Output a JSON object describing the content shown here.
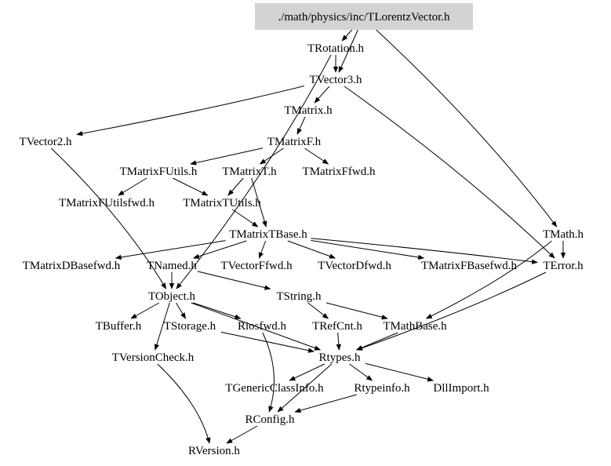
{
  "graph": {
    "type": "include-dependency-graph",
    "root": "./math/physics/inc/TLorentzVector.h",
    "colors": {
      "root_fill": "#d3d3d3",
      "edge": "#000000",
      "text": "#000000",
      "background": "#ffffff"
    },
    "nodes": [
      {
        "id": "TLorentzVector",
        "label": "./math/physics/inc/TLorentzVector.h",
        "root": true
      },
      {
        "id": "TRotation",
        "label": "TRotation.h"
      },
      {
        "id": "TVector3",
        "label": "TVector3.h"
      },
      {
        "id": "TMatrix",
        "label": "TMatrix.h"
      },
      {
        "id": "TVector2",
        "label": "TVector2.h"
      },
      {
        "id": "TMatrixF",
        "label": "TMatrixF.h"
      },
      {
        "id": "TMatrixFUtils",
        "label": "TMatrixFUtils.h"
      },
      {
        "id": "TMatrixT",
        "label": "TMatrixT.h"
      },
      {
        "id": "TMatrixFfwd",
        "label": "TMatrixFfwd.h"
      },
      {
        "id": "TMatrixFUtilsfwd",
        "label": "TMatrixFUtilsfwd.h"
      },
      {
        "id": "TMatrixTUtils",
        "label": "TMatrixTUtils.h"
      },
      {
        "id": "TMatrixTBase",
        "label": "TMatrixTBase.h"
      },
      {
        "id": "TMath",
        "label": "TMath.h"
      },
      {
        "id": "TMatrixDBasefwd",
        "label": "TMatrixDBasefwd.h"
      },
      {
        "id": "TNamed",
        "label": "TNamed.h"
      },
      {
        "id": "TVectorFfwd",
        "label": "TVectorFfwd.h"
      },
      {
        "id": "TVectorDfwd",
        "label": "TVectorDfwd.h"
      },
      {
        "id": "TMatrixFBasefwd",
        "label": "TMatrixFBasefwd.h"
      },
      {
        "id": "TError",
        "label": "TError.h"
      },
      {
        "id": "TObject",
        "label": "TObject.h"
      },
      {
        "id": "TString",
        "label": "TString.h"
      },
      {
        "id": "TBuffer",
        "label": "TBuffer.h"
      },
      {
        "id": "TStorage",
        "label": "TStorage.h"
      },
      {
        "id": "Riosfwd",
        "label": "Riosfwd.h"
      },
      {
        "id": "TRefCnt",
        "label": "TRefCnt.h"
      },
      {
        "id": "TMathBase",
        "label": "TMathBase.h"
      },
      {
        "id": "TVersionCheck",
        "label": "TVersionCheck.h"
      },
      {
        "id": "Rtypes",
        "label": "Rtypes.h"
      },
      {
        "id": "TGenericClassInfo",
        "label": "TGenericClassInfo.h"
      },
      {
        "id": "Rtypeinfo",
        "label": "Rtypeinfo.h"
      },
      {
        "id": "DllImport",
        "label": "DllImport.h"
      },
      {
        "id": "RConfig",
        "label": "RConfig.h"
      },
      {
        "id": "RVersion",
        "label": "RVersion.h"
      }
    ],
    "edges": [
      [
        "TLorentzVector",
        "TRotation"
      ],
      [
        "TLorentzVector",
        "TVector3"
      ],
      [
        "TLorentzVector",
        "TMath"
      ],
      [
        "TRotation",
        "TVector3"
      ],
      [
        "TRotation",
        "TObject"
      ],
      [
        "TVector3",
        "TMatrix"
      ],
      [
        "TVector3",
        "TVector2"
      ],
      [
        "TVector3",
        "TError"
      ],
      [
        "TMatrix",
        "TMatrixF"
      ],
      [
        "TMatrixF",
        "TMatrixFUtils"
      ],
      [
        "TMatrixF",
        "TMatrixT"
      ],
      [
        "TMatrixF",
        "TMatrixFfwd"
      ],
      [
        "TMatrixFUtils",
        "TMatrixFUtilsfwd"
      ],
      [
        "TMatrixFUtils",
        "TMatrixTUtils"
      ],
      [
        "TMatrixT",
        "TMatrixTUtils"
      ],
      [
        "TMatrixT",
        "TMatrixTBase"
      ],
      [
        "TMatrixTUtils",
        "TMatrixTBase"
      ],
      [
        "TMatrixTBase",
        "TMatrixDBasefwd"
      ],
      [
        "TMatrixTBase",
        "TNamed"
      ],
      [
        "TMatrixTBase",
        "TVectorFfwd"
      ],
      [
        "TMatrixTBase",
        "TVectorDfwd"
      ],
      [
        "TMatrixTBase",
        "TMatrixFBasefwd"
      ],
      [
        "TMatrixTBase",
        "TError"
      ],
      [
        "TMath",
        "TError"
      ],
      [
        "TMath",
        "TMathBase"
      ],
      [
        "TError",
        "Rtypes"
      ],
      [
        "TNamed",
        "TObject"
      ],
      [
        "TNamed",
        "TString"
      ],
      [
        "TObject",
        "TBuffer"
      ],
      [
        "TObject",
        "TStorage"
      ],
      [
        "TObject",
        "Riosfwd"
      ],
      [
        "TObject",
        "TVersionCheck"
      ],
      [
        "TObject",
        "Rtypes"
      ],
      [
        "TString",
        "TRefCnt"
      ],
      [
        "TString",
        "TMathBase"
      ],
      [
        "TRefCnt",
        "Rtypes"
      ],
      [
        "TMathBase",
        "Rtypes"
      ],
      [
        "Riosfwd",
        "RConfig"
      ],
      [
        "TStorage",
        "Rtypes"
      ],
      [
        "Rtypes",
        "TGenericClassInfo"
      ],
      [
        "Rtypes",
        "Rtypeinfo"
      ],
      [
        "Rtypes",
        "DllImport"
      ],
      [
        "Rtypes",
        "RConfig"
      ],
      [
        "Rtypeinfo",
        "RConfig"
      ],
      [
        "TVersionCheck",
        "RVersion"
      ],
      [
        "RConfig",
        "RVersion"
      ],
      [
        "TVector2",
        "TObject"
      ]
    ]
  }
}
